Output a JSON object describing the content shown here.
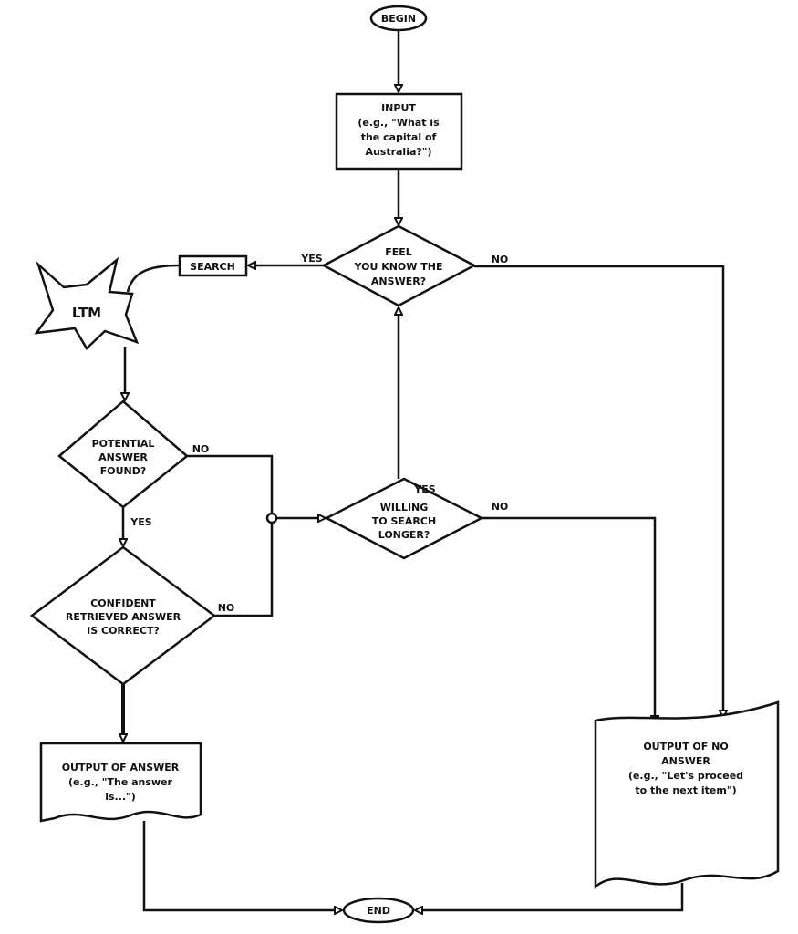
{
  "nodes": {
    "begin": "BEGIN",
    "input": [
      "INPUT",
      "(e.g., \"What is",
      "the capital of",
      "Australia?\")"
    ],
    "feel": [
      "FEEL",
      "YOU KNOW THE",
      "ANSWER?"
    ],
    "search": "SEARCH",
    "ltm": "LTM",
    "potential": [
      "POTENTIAL",
      "ANSWER",
      "FOUND?"
    ],
    "confident": [
      "CONFIDENT",
      "RETRIEVED ANSWER",
      "IS CORRECT?"
    ],
    "willing": [
      "WILLING",
      "TO SEARCH",
      "LONGER?"
    ],
    "output_answer": [
      "OUTPUT OF ANSWER",
      "(e.g., \"The answer",
      "is...\")"
    ],
    "output_no_answer": [
      "OUTPUT OF NO",
      "ANSWER",
      "(e.g., \"Let's proceed",
      "to the next item\")"
    ],
    "end": "END"
  },
  "edge_labels": {
    "feel_yes": "YES",
    "feel_no": "NO",
    "potential_no": "NO",
    "potential_yes": "YES",
    "confident_no": "NO",
    "willing_yes": "YES",
    "willing_no": "NO"
  }
}
